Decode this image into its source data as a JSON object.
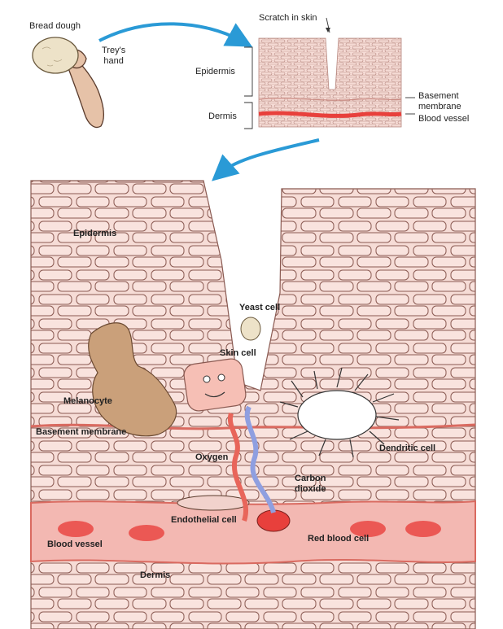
{
  "inset": {
    "bread_dough": "Bread dough",
    "treys_hand_line1": "Trey's",
    "treys_hand_line2": "hand",
    "scratch_in_skin": "Scratch in skin",
    "epidermis": "Epidermis",
    "dermis": "Dermis",
    "basement_membrane_line1": "Basement",
    "basement_membrane_line2": "membrane",
    "blood_vessel": "Blood vessel"
  },
  "main": {
    "epidermis": "Epidermis",
    "yeast_cell": "Yeast cell",
    "skin_cell": "Skin cell",
    "melanocyte": "Melanocyte",
    "basement_membrane": "Basement membrane",
    "dendritic_cell": "Dendritic cell",
    "oxygen": "Oxygen",
    "carbon_dioxide_line1": "Carbon",
    "carbon_dioxide_line2": "dioxide",
    "endothelial_cell": "Endothelial cell",
    "red_blood_cell": "Red blood cell",
    "blood_vessel": "Blood vessel",
    "dermis": "Dermis"
  },
  "colors": {
    "tissue": "#f6dcd6",
    "cell_outline": "#8a5a52",
    "vessel": "#e8403c",
    "arrow_blue": "#2a9ad6",
    "melanocyte": "#caa07a",
    "oxygen_arrow": "#e8655a",
    "co2_arrow": "#8f9fe0"
  }
}
